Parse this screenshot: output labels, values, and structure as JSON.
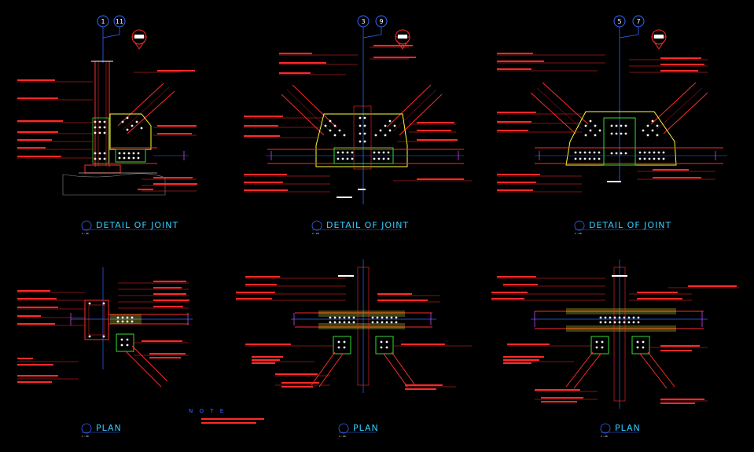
{
  "colors": {
    "background": "#000000",
    "member": "#ff2a2a",
    "gusset": "#ffff33",
    "connector": "#33dd33",
    "grid": "#3366ff",
    "title": "#33ccff",
    "bolt": "#ffffff",
    "marker": "#cc44ff"
  },
  "views": [
    {
      "id": "detail-1",
      "title": "DETAIL OF JOINT",
      "scale_label": "1 : 20",
      "grids": [
        "1",
        "11"
      ]
    },
    {
      "id": "detail-2",
      "title": "DETAIL OF JOINT",
      "scale_label": "1 : 20",
      "grids": [
        "3",
        "9"
      ]
    },
    {
      "id": "detail-3",
      "title": "DETAIL OF JOINT",
      "scale_label": "1 : 20",
      "grids": [
        "5",
        "7"
      ]
    },
    {
      "id": "plan-1",
      "title": "PLAN",
      "scale_label": "1 : 20"
    },
    {
      "id": "plan-2",
      "title": "PLAN",
      "scale_label": "1 : 20"
    },
    {
      "id": "plan-3",
      "title": "PLAN",
      "scale_label": "1 : 20"
    }
  ],
  "note": {
    "label": "N O T E"
  }
}
